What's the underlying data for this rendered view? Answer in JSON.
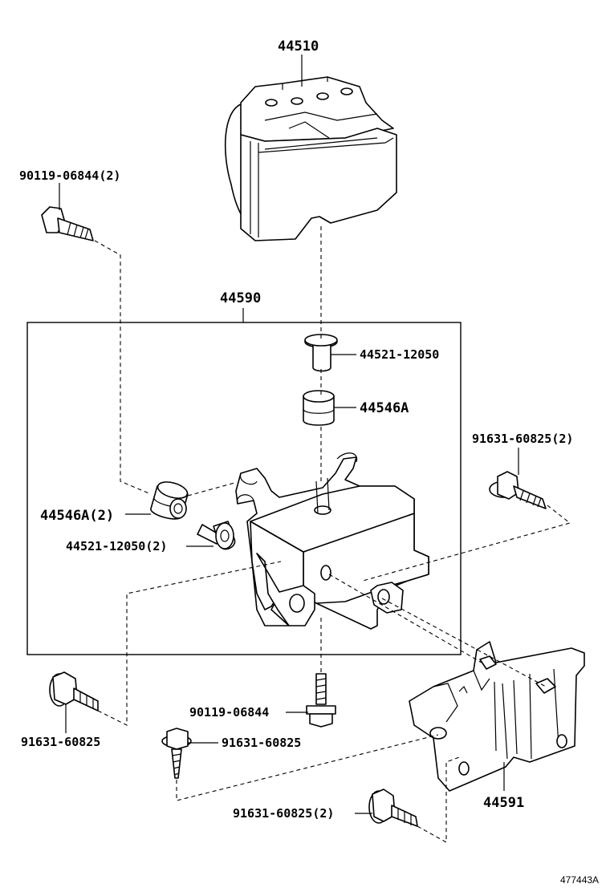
{
  "diagram": {
    "reference_id": "477443A",
    "parts": [
      {
        "key": "actuator",
        "label": "44510",
        "icon": "abs-actuator-icon"
      },
      {
        "key": "bracket_assy",
        "label": "44590",
        "icon": "bracket-assembly-frame"
      },
      {
        "key": "bolt_top_left",
        "label": "90119-06844(2)",
        "icon": "hex-bolt-icon"
      },
      {
        "key": "collar_top",
        "label": "44521-12050",
        "icon": "collar-icon"
      },
      {
        "key": "cushion_top",
        "label": "44546A",
        "icon": "cushion-icon"
      },
      {
        "key": "cushion_left",
        "label": "44546A(2)",
        "icon": "cushion-icon"
      },
      {
        "key": "collar_left",
        "label": "44521-12050(2)",
        "icon": "collar-icon"
      },
      {
        "key": "bolt_right",
        "label": "91631-60825(2)",
        "icon": "flange-bolt-icon"
      },
      {
        "key": "bolt_lower_left",
        "label": "91631-60825",
        "icon": "flange-bolt-icon"
      },
      {
        "key": "bolt_center",
        "label": "90119-06844",
        "icon": "hex-bolt-icon"
      },
      {
        "key": "bolt_mid",
        "label": "91631-60825",
        "icon": "flange-bolt-icon"
      },
      {
        "key": "bracket_lower",
        "label": "44591",
        "icon": "lower-bracket-icon"
      },
      {
        "key": "bolt_bottom",
        "label": "91631-60825(2)",
        "icon": "flange-bolt-icon"
      }
    ]
  }
}
